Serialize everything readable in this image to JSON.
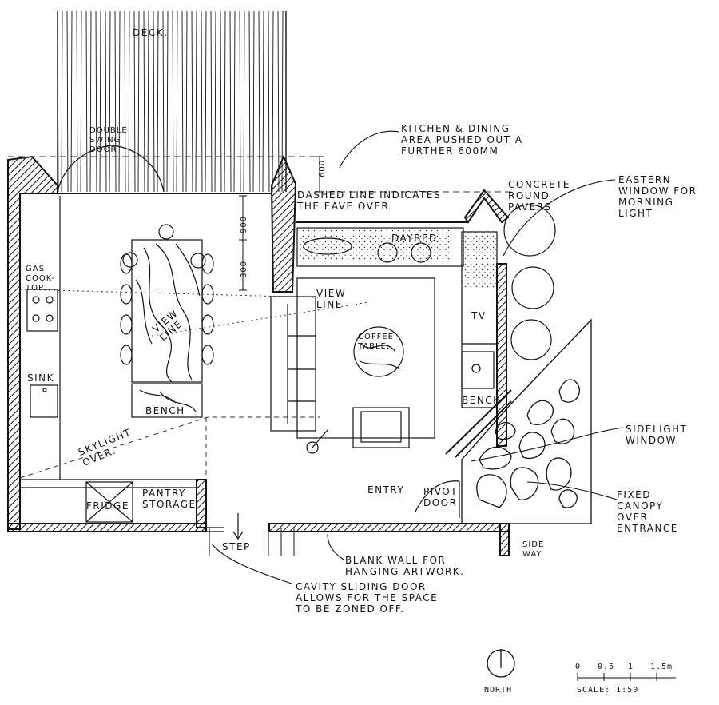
{
  "labels": {
    "deck": "DECK.",
    "double_swing_door": [
      "DOUBLE",
      "SWING",
      "DOOR"
    ],
    "kitchen_note": [
      "KITCHEN & DINING",
      "AREA PUSHED OUT A",
      "FURTHER 600mm"
    ],
    "dim_600": "600",
    "dim_900": "900",
    "dim_800": "800",
    "eave_note": [
      "DASHED LINE INDICATES",
      "THE EAVE OVER"
    ],
    "concrete_pavers": [
      "CONCRETE",
      "ROUND",
      "PAVERS"
    ],
    "eastern_window": [
      "EASTERN",
      "WINDOW FOR",
      "MORNING",
      "LIGHT"
    ],
    "daybed": "DAYBED",
    "gas_cooktop": [
      "GAS",
      "COOK-",
      "TOP"
    ],
    "view_line_table": [
      "VIEW",
      "LINE"
    ],
    "view_line_living": [
      "VIEW",
      "LINE"
    ],
    "coffee_table": [
      "COFFEE",
      "TABLE."
    ],
    "tv": "TV",
    "sink": "SINK",
    "bench_dining": "BENCH",
    "bench_tv": "BENCH",
    "skylight": [
      "SKYLIGHT",
      "OVER."
    ],
    "sidelight": [
      "SIDELIGHT",
      "WINDOW."
    ],
    "fridge": "FRIDGE",
    "pantry": [
      "PANTRY",
      "STORAGE"
    ],
    "entry": "ENTRY",
    "pivot_door": [
      "PIVOT",
      "DOOR"
    ],
    "fixed_canopy": [
      "FIXED",
      "CANOPY",
      "OVER",
      "ENTRANCE"
    ],
    "step": "STEP",
    "side_way": [
      "SIDE",
      "WAY"
    ],
    "blank_wall": [
      "BLANK WALL FOR",
      "HANGING ARTWORK."
    ],
    "cavity_door": [
      "CAVITY SLIDING DOOR",
      "ALLOWS FOR THE SPACE",
      "TO BE ZONED OFF."
    ],
    "north": "NORTH",
    "scale_ticks": [
      "0",
      "0.5",
      "1",
      "1.5m"
    ],
    "scale": "SCALE: 1:50"
  }
}
